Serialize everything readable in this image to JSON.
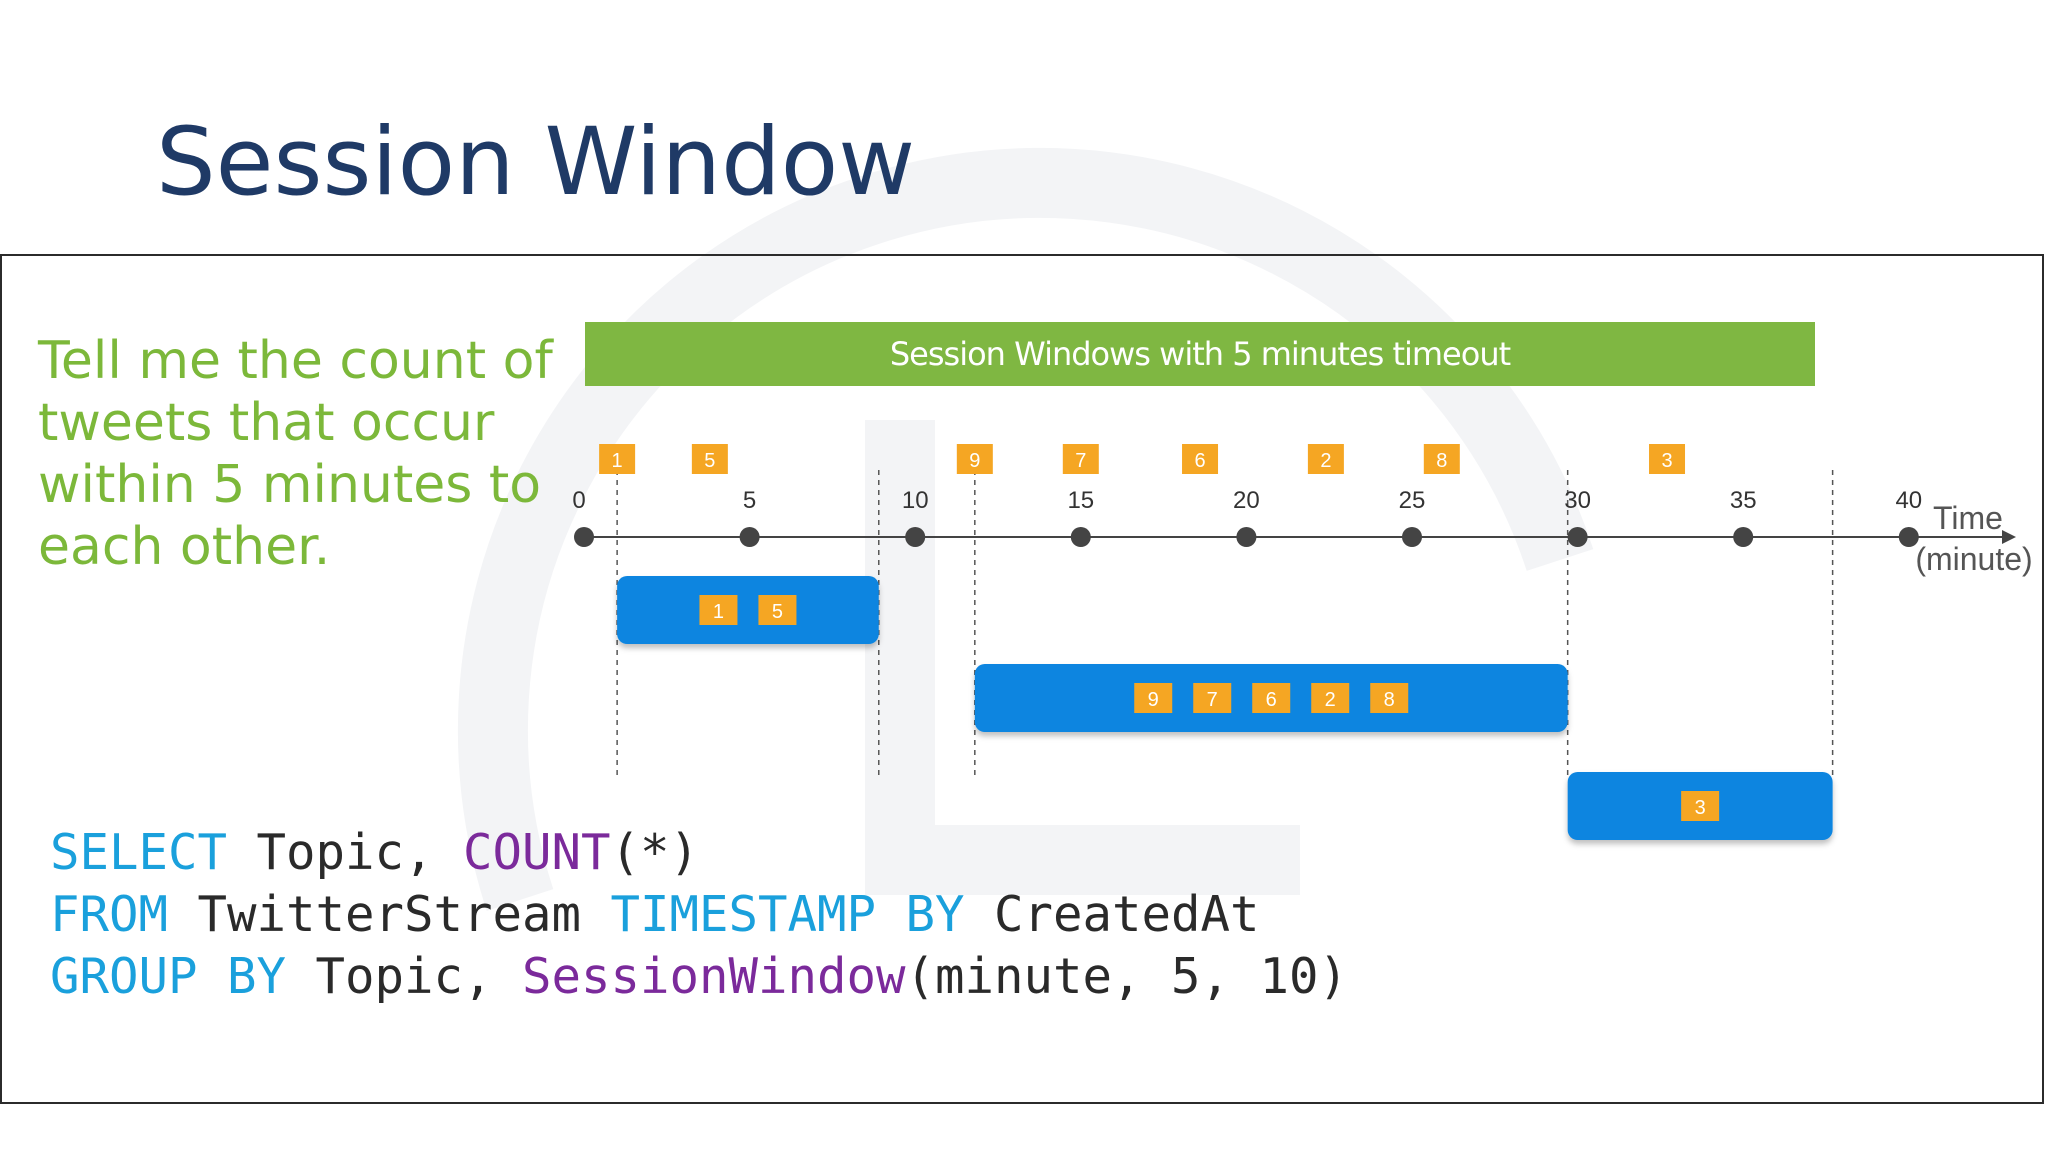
{
  "slide": {
    "title": "Session Window",
    "prompt_lines": [
      "Tell me the count of",
      "tweets that occur",
      "within 5 minutes to",
      "each other."
    ]
  },
  "diagram": {
    "banner": "Session Windows with 5 minutes timeout",
    "axis": {
      "ticks": [
        "0",
        "5",
        "10",
        "15",
        "20",
        "25",
        "30",
        "35",
        "40"
      ],
      "label_line1": "Time",
      "label_line2": "(minute)"
    },
    "events": [
      {
        "label": "1",
        "t": 1
      },
      {
        "label": "5",
        "t": 3.8
      },
      {
        "label": "9",
        "t": 11.8
      },
      {
        "label": "7",
        "t": 15
      },
      {
        "label": "6",
        "t": 18.6
      },
      {
        "label": "2",
        "t": 22.4
      },
      {
        "label": "8",
        "t": 25.9
      },
      {
        "label": "3",
        "t": 32.7
      }
    ],
    "windows": [
      {
        "start": 1,
        "end": 8.9,
        "events": [
          "1",
          "5"
        ]
      },
      {
        "start": 11.8,
        "end": 29.7,
        "events": [
          "9",
          "7",
          "6",
          "2",
          "8"
        ]
      },
      {
        "start": 29.7,
        "end": 37.7,
        "events": [
          "3"
        ]
      }
    ],
    "colors": {
      "banner": "#7fb742",
      "window": "#0f85e0",
      "event": "#f5a623",
      "axis": "#444444",
      "prompt": "#7cb83a",
      "title": "#1f3a66"
    }
  },
  "code": {
    "line1": {
      "kw1": "SELECT",
      "t1": " Topic, ",
      "fn1": "COUNT",
      "t2": "(*)"
    },
    "line2": {
      "kw1": "FROM",
      "t1": " TwitterStream ",
      "kw2": "TIMESTAMP BY",
      "t2": " CreatedAt"
    },
    "line3": {
      "kw1": "GROUP BY",
      "t1": " Topic, ",
      "fn1": "SessionWindow",
      "t2": "(minute, 5, 10)"
    }
  }
}
